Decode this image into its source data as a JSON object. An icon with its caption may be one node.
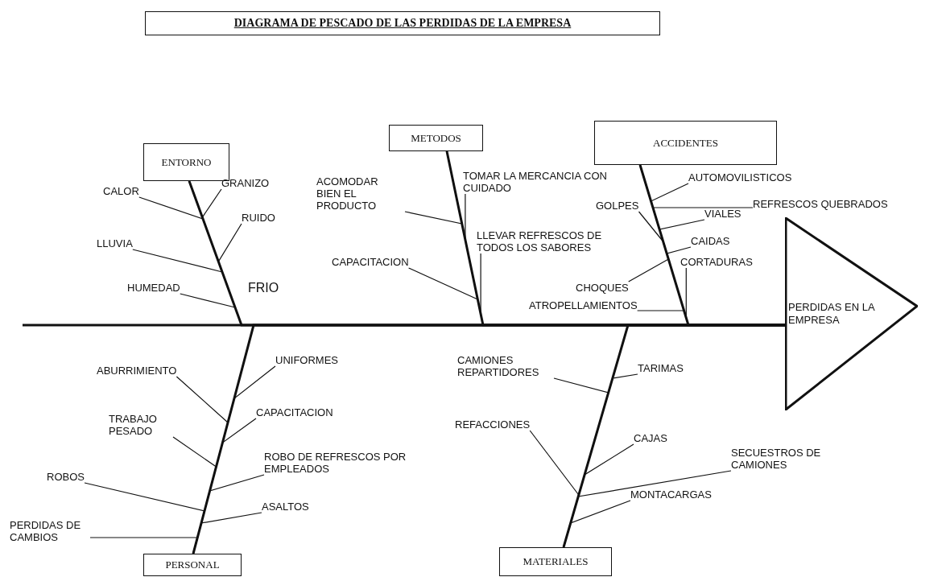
{
  "diagram": {
    "title": "DIAGRAMA DE PESCADO DE LAS PERDIDAS DE LA EMPRESA",
    "nodes": [
      {
        "text": [
          "ENTORNO"
        ]
      },
      {
        "text": [
          "CALOR"
        ]
      },
      {
        "text": [
          "GRANIZO"
        ]
      },
      {
        "text": [
          "RUIDO"
        ]
      },
      {
        "text": [
          "LLUVIA"
        ]
      },
      {
        "text": [
          "HUMEDAD"
        ]
      },
      {
        "text": [
          "METODOS"
        ]
      },
      {
        "text": [
          "ACOMODAR BIEN EL PRODUCTO"
        ]
      },
      {
        "text": [
          "TOMAR LA MERCANCIA CON CUIDADO"
        ]
      },
      {
        "text": [
          "LLEVAR REFRESCOS DE TODOS LOS SABORES"
        ]
      },
      {
        "text": [
          "CAPACITACION"
        ]
      },
      {
        "text": [
          "ACCIDENTES"
        ]
      },
      {
        "text": [
          "AUTOMOVILISTICOS"
        ]
      },
      {
        "text": [
          "GOLPES"
        ]
      },
      {
        "text": [
          "REFRESCOS QUEBRADOS"
        ]
      },
      {
        "text": [
          "VIALES"
        ]
      },
      {
        "text": [
          "CAIDAS"
        ]
      },
      {
        "text": [
          "CORTADURAS"
        ]
      },
      {
        "text": [
          "CHOQUES"
        ]
      },
      {
        "text": [
          "ATROPELLAMIENTOS"
        ]
      },
      {
        "text": [
          "PERDIDAS EN LA EMPRESA"
        ]
      },
      {
        "text": [
          "ABURRIMIENTO"
        ]
      },
      {
        "text": [
          "UNIFORMES"
        ]
      },
      {
        "text": [
          "TRABAJO PESADO"
        ]
      },
      {
        "text": [
          "CAPACITACION"
        ]
      },
      {
        "text": [
          "ROBO DE REFRESCOS POR EMPLEADOS"
        ]
      },
      {
        "text": [
          "ROBOS"
        ]
      },
      {
        "text": [
          "ASALTOS"
        ]
      },
      {
        "text": [
          "PERDIDAS DE CAMBIOS"
        ]
      },
      {
        "text": [
          "PERSONAL"
        ]
      },
      {
        "text": [
          "CAMIONES REPARTIDORES"
        ]
      },
      {
        "text": [
          "TARIMAS"
        ]
      },
      {
        "text": [
          "REFACCIONES"
        ]
      },
      {
        "text": [
          "CAJAS"
        ]
      },
      {
        "text": [
          "SECUESTROS DE CAMIONES"
        ]
      },
      {
        "text": [
          "MONTACARGAS"
        ]
      },
      {
        "text": [
          "MATERIALES"
        ]
      }
    ],
    "edges": [
      {
        "from": null,
        "to": 20,
        "arrow": "none",
        "style": "thick"
      },
      {
        "from": 0,
        "to": 20,
        "arrow": "none",
        "style": "thick"
      },
      {
        "from": 6,
        "to": 20,
        "arrow": "none",
        "style": "thick"
      },
      {
        "from": 11,
        "to": 20,
        "arrow": "none",
        "style": "thick"
      },
      {
        "from": 29,
        "to": 20,
        "arrow": "none",
        "style": "thick"
      },
      {
        "from": 36,
        "to": 20,
        "arrow": "none",
        "style": "thick"
      },
      {
        "from": 1,
        "to": 0,
        "arrow": "none"
      },
      {
        "from": 2,
        "to": 0,
        "arrow": "none"
      },
      {
        "from": 3,
        "to": 0,
        "arrow": "none"
      },
      {
        "from": 4,
        "to": 0,
        "arrow": "none"
      },
      {
        "from": 5,
        "to": 0,
        "arrow": "none"
      },
      {
        "from": 7,
        "to": 6,
        "arrow": "none"
      },
      {
        "from": 8,
        "to": 6,
        "arrow": "none"
      },
      {
        "from": 9,
        "to": 6,
        "arrow": "none"
      },
      {
        "from": 10,
        "to": 6,
        "arrow": "none"
      },
      {
        "from": 12,
        "to": 11,
        "arrow": "none"
      },
      {
        "from": 13,
        "to": 11,
        "arrow": "none"
      },
      {
        "from": 14,
        "to": 11,
        "arrow": "none"
      },
      {
        "from": 15,
        "to": 11,
        "arrow": "none"
      },
      {
        "from": 16,
        "to": 11,
        "arrow": "none"
      },
      {
        "from": 17,
        "to": 11,
        "arrow": "none"
      },
      {
        "from": 18,
        "to": 11,
        "arrow": "none"
      },
      {
        "from": 19,
        "to": 11,
        "arrow": "none"
      },
      {
        "from": 21,
        "to": 29,
        "arrow": "none"
      },
      {
        "from": 22,
        "to": 29,
        "arrow": "none"
      },
      {
        "from": 23,
        "to": 29,
        "arrow": "none"
      },
      {
        "from": 24,
        "to": 29,
        "arrow": "none"
      },
      {
        "from": 25,
        "to": 29,
        "arrow": "none"
      },
      {
        "from": 26,
        "to": 29,
        "arrow": "none"
      },
      {
        "from": 27,
        "to": 29,
        "arrow": "none"
      },
      {
        "from": 28,
        "to": 29,
        "arrow": "none"
      },
      {
        "from": 30,
        "to": 36,
        "arrow": "none"
      },
      {
        "from": 31,
        "to": 36,
        "arrow": "none"
      },
      {
        "from": 32,
        "to": 36,
        "arrow": "none"
      },
      {
        "from": 33,
        "to": 36,
        "arrow": "none"
      },
      {
        "from": 34,
        "to": 36,
        "arrow": "none"
      },
      {
        "from": 35,
        "to": 36,
        "arrow": "none"
      }
    ],
    "labels": [
      "FRIO"
    ]
  }
}
